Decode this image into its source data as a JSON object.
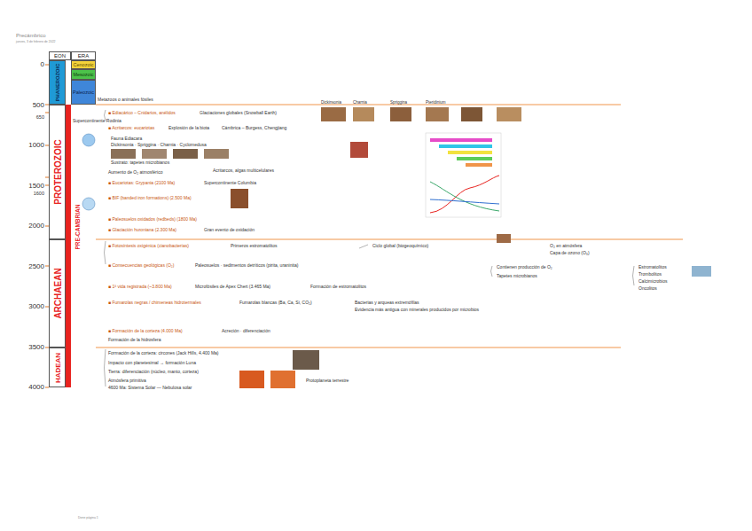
{
  "diagram": {
    "title": "Precámbrico",
    "nodes": [
      {
        "text": [
          "EON"
        ]
      },
      {
        "text": [
          "ERA"
        ]
      },
      {
        "text": [
          "PHANEROZOIC"
        ]
      },
      {
        "text": [
          "PROTEROZOIC"
        ]
      },
      {
        "text": [
          "ARCHAEAN"
        ]
      },
      {
        "text": [
          "HADEAN"
        ]
      },
      {
        "text": [
          "Cenozoic"
        ]
      },
      {
        "text": [
          "Mesozoic"
        ]
      },
      {
        "text": [
          "Paleozoic"
        ]
      },
      {
        "text": [
          "PRE-CAMBRIAN"
        ]
      }
    ],
    "labels": [
      "jueves, 3 de febrero de 2022",
      "0",
      "500",
      "650",
      "1000",
      "1500",
      "1600",
      "2000",
      "2500",
      "3000",
      "3500",
      "4000",
      "Metazoos o animales fósiles",
      "Dickinsonia",
      "Charnia",
      "Spriggina",
      "Pteridinium",
      "Glaciaciones globales (Snowball Earth)",
      "■ Ediacárico – Cnidarios, anélidos",
      "Supercontinente Rodinia",
      "■ Acritarcos: eucariotas",
      "Explosión de la biota",
      "Cámbrica – Burgess, Chengjiang",
      "Fauna Ediacara",
      "Dickinsonia · Spriggina · Charnia · Cyclomedusa",
      "Sustrato: tapetes microbianos",
      "Acritarcos, algas multicelulares",
      "Aumento de O₂ atmosférico",
      "■ Eucariotas: Grypania (2100 Ma)",
      "Supercontinente Columbia",
      "■ BIF (banded iron formations) (2.500 Ma)",
      "■ Paleosuelos oxidados (redbeds) (1800 Ma)",
      "■ Glaciación huroniana (2.300 Ma)",
      "Gran evento de oxidación",
      "■ Fotosíntesis oxigénica (cianobacterias)",
      "Primeros estromatolitos",
      "Ciclo global (biogeoquímico)",
      "O₂ en atmósfera",
      "Capa de ozono (O₃)",
      "■ Consecuencias geológicas (O₂)",
      "Paleosuelos · sedimentos detríticos (pirita, uraninita)",
      "Contienen producción de O₂",
      "Estromatolitos",
      "Tapetes microbianos",
      "Trombolitos",
      "Calcimicrobios",
      "■ 1ª vida registrada (~3.800 Ma)",
      "Microfósiles de Apex Chert (3.465 Ma)",
      "Formación de estromatolitos",
      "Oncolitos",
      "■ Fumarolas negras / chimeneas hidrotermales",
      "Fumarolas blancas (Ba, Ca, Si, CO₂)",
      "Bacterias y arqueas extremófilas",
      "Evidencia más antigua con minerales producidos por microbios",
      "■ Formación de la corteza (4.000 Ma)",
      "Acreción · diferenciación",
      "Formación de la hidrosfera",
      "Formación de la corteza: circones (Jack Hills, 4.400 Ma)",
      "Impacto con planetesimal → formación Luna",
      "Tierra: diferenciación (núcleo, manto, corteza)",
      "Atmósfera primitiva",
      "4600 Ma: Sistema Solar — Nebulosa solar",
      "Protoplaneta terrestre",
      "Done página 1"
    ]
  }
}
